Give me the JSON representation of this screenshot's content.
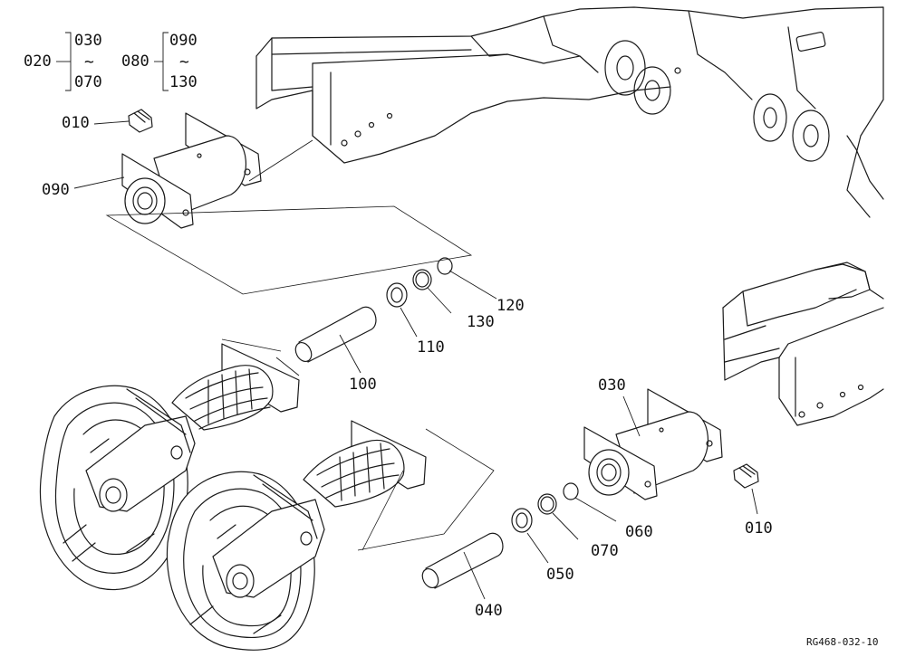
{
  "drawing_code": "RG468-032-10",
  "callouts": {
    "group_020": {
      "id": "020",
      "from": "030",
      "tilde": "~",
      "to": "070"
    },
    "group_080": {
      "id": "080",
      "from": "090",
      "tilde": "~",
      "to": "130"
    },
    "parts": {
      "p010_top": "010",
      "p090": "090",
      "p120": "120",
      "p130": "130",
      "p110": "110",
      "p100": "100",
      "p030": "030",
      "p010_bottom": "010",
      "p060": "060",
      "p070": "070",
      "p050": "050",
      "p040": "040"
    }
  },
  "colors": {
    "line": "#1a1a1a",
    "background": "#ffffff"
  }
}
